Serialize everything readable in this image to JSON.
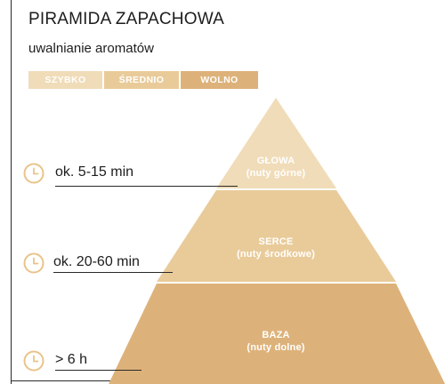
{
  "header": {
    "title": "PIRAMIDA ZAPACHOWA",
    "subtitle": "uwalnianie aromatów"
  },
  "speed_legend": [
    {
      "label": "SZYBKO",
      "color": "#f0dcb8"
    },
    {
      "label": "ŚREDNIO",
      "color": "#e9cb9a"
    },
    {
      "label": "WOLNO",
      "color": "#ddb27a"
    }
  ],
  "pyramid": {
    "top": {
      "name": "GŁOWA",
      "sub": "(nuty górne)",
      "color": "#f0dcb8"
    },
    "middle": {
      "name": "SERCE",
      "sub": "(nuty środkowe)",
      "color": "#e9cb9a"
    },
    "base": {
      "name": "BAZA",
      "sub": "(nuty dolne)",
      "color": "#ddb27a"
    }
  },
  "timings": [
    {
      "label": "ok. 5-15 min"
    },
    {
      "label": "ok. 20-60 min"
    },
    {
      "label": "> 6 h"
    }
  ],
  "colors": {
    "clock_ring": "#e9c48a",
    "text": "#1d1d1d"
  }
}
